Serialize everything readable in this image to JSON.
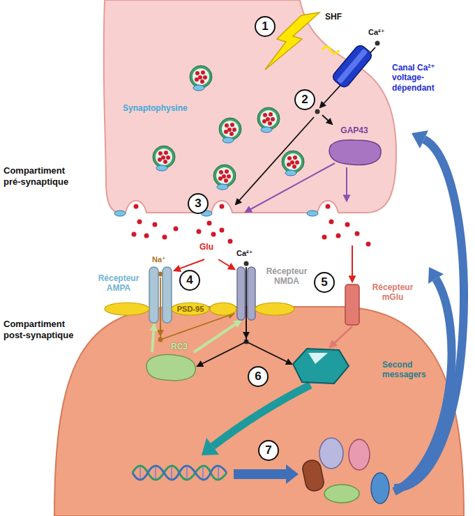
{
  "diagram": {
    "nodes": [
      {
        "text": [
          "Compartiment pré-synaptique"
        ]
      },
      {
        "text": [
          "1"
        ],
        "in": 0
      },
      {
        "text": [
          "Canal Ca²⁺ voltage-dépendant"
        ],
        "in": 0
      },
      {
        "text": [
          "2"
        ],
        "in": 0
      },
      {
        "text": [
          "GAP43"
        ],
        "in": 0
      },
      {
        "text": [
          "3"
        ],
        "in": 0
      },
      {
        "text": [
          "Compartiment post-synaptique"
        ]
      },
      {
        "text": [
          "Récepteur AMPA"
        ],
        "in": 6
      },
      {
        "text": [
          "Récepteur NMDA"
        ],
        "in": 6
      },
      {
        "text": [
          "PSD-95"
        ],
        "in": 6
      },
      {
        "text": [
          "4"
        ]
      },
      {
        "text": [
          "5"
        ]
      },
      {
        "text": [
          "Récepteur mGlu"
        ],
        "in": 6
      },
      {
        "text": [
          "RC3"
        ],
        "in": 6
      },
      {
        "text": [
          "6"
        ],
        "in": 6
      },
      {
        "text": [
          "Second messagers"
        ],
        "in": 6
      },
      {
        "text": [
          "7"
        ],
        "in": 6
      }
    ],
    "edges": [
      {
        "from": 2,
        "to": 4,
        "arrow": "to"
      },
      {
        "from": 7,
        "to": 8,
        "arrow": "to"
      },
      {
        "from": 8,
        "to": 13,
        "arrow": "to"
      },
      {
        "from": 8,
        "to": 15,
        "arrow": "to"
      },
      {
        "from": 12,
        "to": 15,
        "arrow": "to"
      },
      {
        "from": 13,
        "to": 7,
        "arrow": "to"
      },
      {
        "from": 13,
        "to": 8,
        "arrow": "to"
      }
    ],
    "labels": [
      "SHF",
      "Ca²⁺",
      "Synaptophysine",
      "Glu",
      "Na⁺",
      "Ca²⁺"
    ]
  }
}
